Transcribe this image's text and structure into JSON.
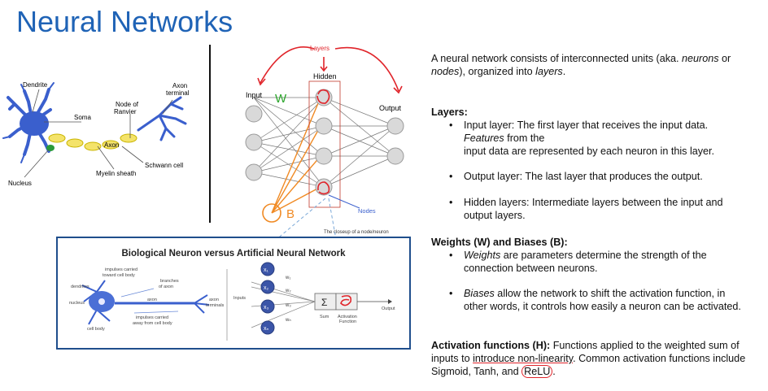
{
  "title": "Neural Networks",
  "neuron_labels": {
    "dendrite": "Dendrite",
    "axon_terminal_1": "Axon",
    "axon_terminal_2": "terminal",
    "node_of_ranvier_1": "Node of",
    "node_of_ranvier_2": "Ranvier",
    "soma": "Soma",
    "axon": "Axon",
    "schwann_cell": "Schwann cell",
    "myelin_sheath": "Myelin sheath",
    "nucleus": "Nucleus"
  },
  "network_diagram": {
    "layers": "Layers",
    "hidden": "Hidden",
    "input": "Input",
    "output": "Output",
    "w_mark": "W",
    "b_mark": "B",
    "nodes": "Nodes",
    "closeup": "The closeup of a node/neuron"
  },
  "comparison": {
    "title": "Biological Neuron versus Artificial Neural Network",
    "impulses_toward_1": "impulses carried",
    "impulses_toward_2": "toward cell body",
    "branches_1": "branches",
    "branches_2": "of axon",
    "dendrites": "dendrites",
    "nucleus": "nucleus",
    "axon": "axon",
    "axon_terminals_1": "axon",
    "axon_terminals_2": "terminals",
    "impulses_away_1": "impulses carried",
    "impulses_away_2": "away from cell body",
    "cell_body": "cell body",
    "inputs": "Inputs",
    "x1": "x₁",
    "x2": "x₂",
    "x3": "x₃",
    "xn": "xₙ",
    "w1": "w₁",
    "w2": "w₂",
    "w3": "w₃",
    "wn": "wₙ",
    "sigma": "Σ",
    "sum": "Sum",
    "activation_1": "Activation",
    "activation_2": "Function",
    "output": "Output"
  },
  "text": {
    "intro_1": "A neural network consists of interconnected units (aka. ",
    "intro_neurons": "neurons",
    "intro_2": " or",
    "intro_nodes": "nodes",
    "intro_3": "), organized into ",
    "intro_layers": "layers",
    "intro_4": ".",
    "layers_heading": "Layers:",
    "input_layer_1": "Input layer: The first layer that receives the input data.",
    "input_layer_features": "Features",
    "input_layer_2": " from the",
    "input_layer_3": "input data are represented by each neuron in this layer.",
    "output_layer": "Output layer: The last layer that produces the output.",
    "hidden_layer_1": "Hidden layers: Intermediate layers between the input and",
    "hidden_layer_2": "output layers.",
    "wb_heading": "Weights (W) and Biases (B):",
    "weights_em": "Weights",
    "weights_1": " are parameters determine the strength of the",
    "weights_2": "connection between neurons.",
    "biases_em": "Biases",
    "biases_1": " allow the network to shift the activation function, in",
    "biases_2": "other words, it controls how easily a neuron can be activated.",
    "act_heading": "Activation functions (H):",
    "act_1": " Functions applied to the weighted sum of",
    "act_2a": "inputs to ",
    "act_2u": "introduce non-linearity",
    "act_2b": ". Common activation functions include",
    "act_3a": "Sigmoid, Tanh, and ",
    "act_3u": "ReLU",
    "act_3b": "."
  },
  "colors": {
    "title": "#1f63b6",
    "annotation_red": "#e0242a",
    "annotation_green": "#2aa52a",
    "annotation_orange": "#f08a24",
    "neuron_blue": "#3a5fcd",
    "node_gray": "#d9d9d9",
    "comparison_border": "#1f4e8c"
  }
}
